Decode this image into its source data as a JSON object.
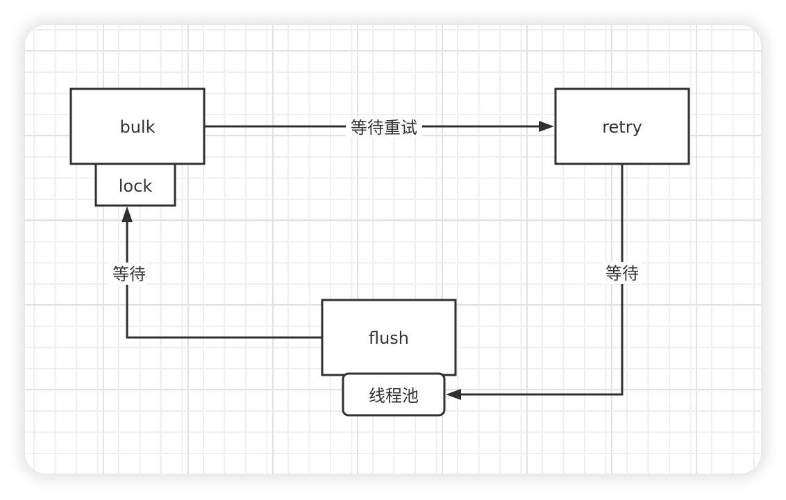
{
  "diagram": {
    "nodes": {
      "bulk": {
        "label": "bulk"
      },
      "lock": {
        "label": "lock"
      },
      "retry": {
        "label": "retry"
      },
      "flush": {
        "label": "flush"
      },
      "thread_pool": {
        "label": "线程池"
      }
    },
    "edges": {
      "bulk_to_retry": {
        "from": "bulk",
        "to": "retry",
        "label": "等待重试"
      },
      "retry_to_thread_pool": {
        "from": "retry",
        "to": "thread_pool",
        "label": "等待"
      },
      "flush_to_lock": {
        "from": "flush",
        "to": "lock",
        "label": "等待"
      }
    },
    "colors": {
      "stroke": "#2f3033",
      "text": "#333333",
      "background": "#ffffff",
      "grid_minor": "#efefef",
      "grid_major": "#e2e2e2"
    }
  }
}
